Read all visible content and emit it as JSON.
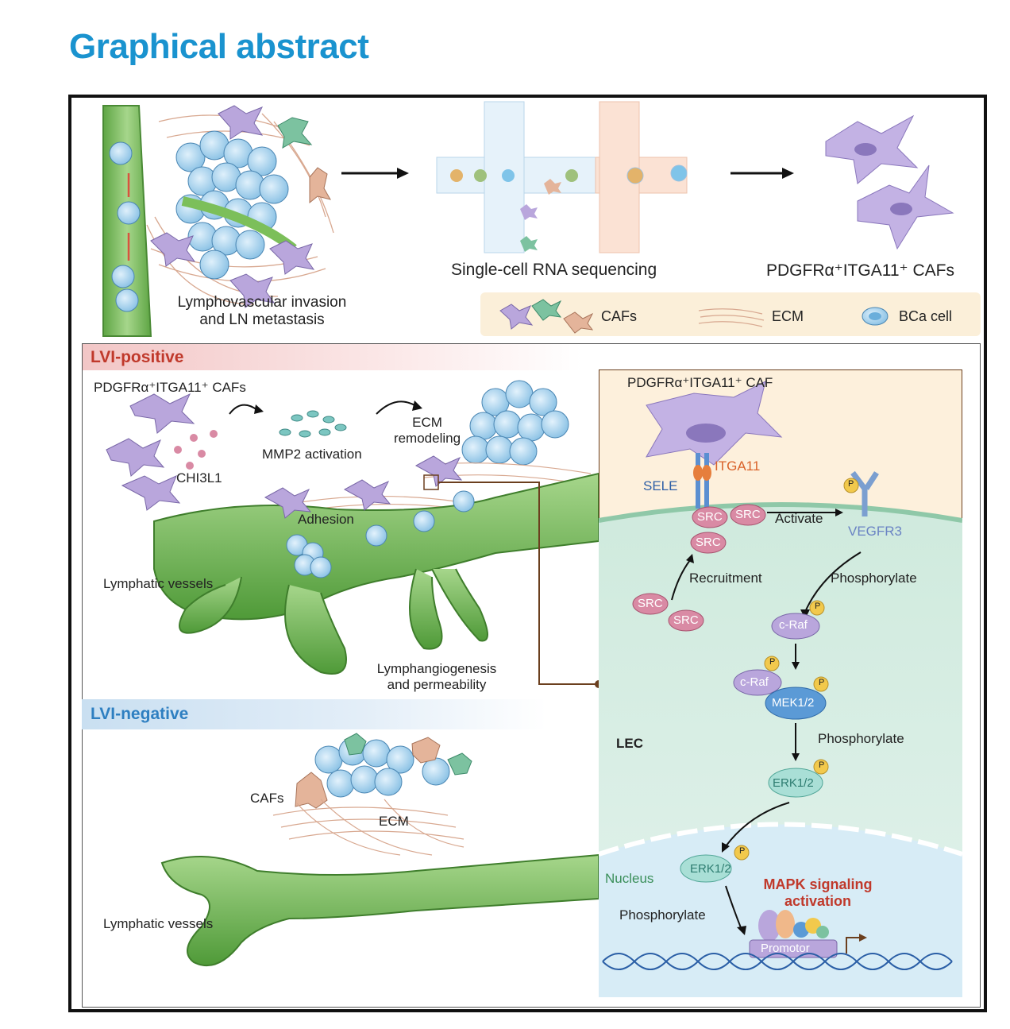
{
  "title": "Graphical abstract",
  "top": {
    "invasion_line1": "Lymphovascular invasion",
    "invasion_line2": "and LN metastasis",
    "scrnaseq": "Single-cell RNA sequencing",
    "caf_subtype": "PDGFRα⁺ITGA11⁺ CAFs"
  },
  "legend": {
    "cafs": "CAFs",
    "ecm": "ECM",
    "bca": "BCa cell"
  },
  "lvi_positive": {
    "header": "LVI-positive",
    "cafs": "PDGFRα⁺ITGA11⁺ CAFs",
    "chi3l1": "CHI3L1",
    "mmp2": "MMP2 activation",
    "ecm_line1": "ECM",
    "ecm_line2": "remodeling",
    "adhesion": "Adhesion",
    "lymphatic": "Lymphatic vessels",
    "lymphangio_line1": "Lymphangiogenesis",
    "lymphangio_line2": "and permeability"
  },
  "lvi_negative": {
    "header": "LVI-negative",
    "cafs": "CAFs",
    "ecm": "ECM",
    "lymphatic": "Lymphatic vessels"
  },
  "pathway": {
    "caf": "PDGFRα⁺ITGA11⁺ CAF",
    "itga11": "ITGA11",
    "sele": "SELE",
    "src": "SRC",
    "activate": "Activate",
    "p": "P",
    "vegfr3": "VEGFR3",
    "recruitment": "Recruitment",
    "phosphorylate": "Phosphorylate",
    "craf": "c-Raf",
    "mek": "MEK1/2",
    "erk": "ERK1/2",
    "lec": "LEC",
    "nucleus": "Nucleus",
    "mapk_line1": "MAPK signaling",
    "mapk_line2": "activation",
    "promotor": "Promotor"
  },
  "colors": {
    "title": "#1a93cf",
    "vessel": "#7cbf5a",
    "bca": "#a8d4ee",
    "caf": "#b9a6dc",
    "src": "#d98aa4",
    "mapk_text": "#c0392b",
    "lvi_neg_text": "#2e7fc1",
    "lvi_pos_text": "#c0392b"
  }
}
